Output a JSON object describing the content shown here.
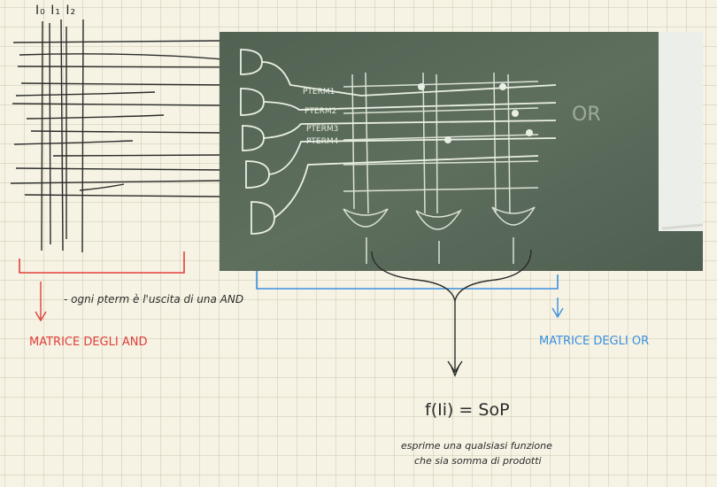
{
  "inputs": {
    "labels": "I₀ I₁ I₂"
  },
  "photo": {
    "pterm_labels": [
      "PTERM1",
      "PTERM2",
      "PTERM3",
      "PTERM4"
    ],
    "side_text": "OR"
  },
  "annotations": {
    "and_note": "- ogni pterm è l'uscita di una AND",
    "and_matrix": "MATRICE DEGLI AND",
    "or_matrix": "MATRICE DEGLI OR",
    "formula": "f(Ii) = SoP",
    "desc_line1": "esprime una qualsiasi funzione",
    "desc_line2": "che sia somma di prodotti"
  },
  "colors": {
    "and": "#e0403a",
    "or": "#3b8fe0",
    "ink": "#2b2b2b",
    "board": "#5b6b5a",
    "chalk": "#e9efe4"
  }
}
